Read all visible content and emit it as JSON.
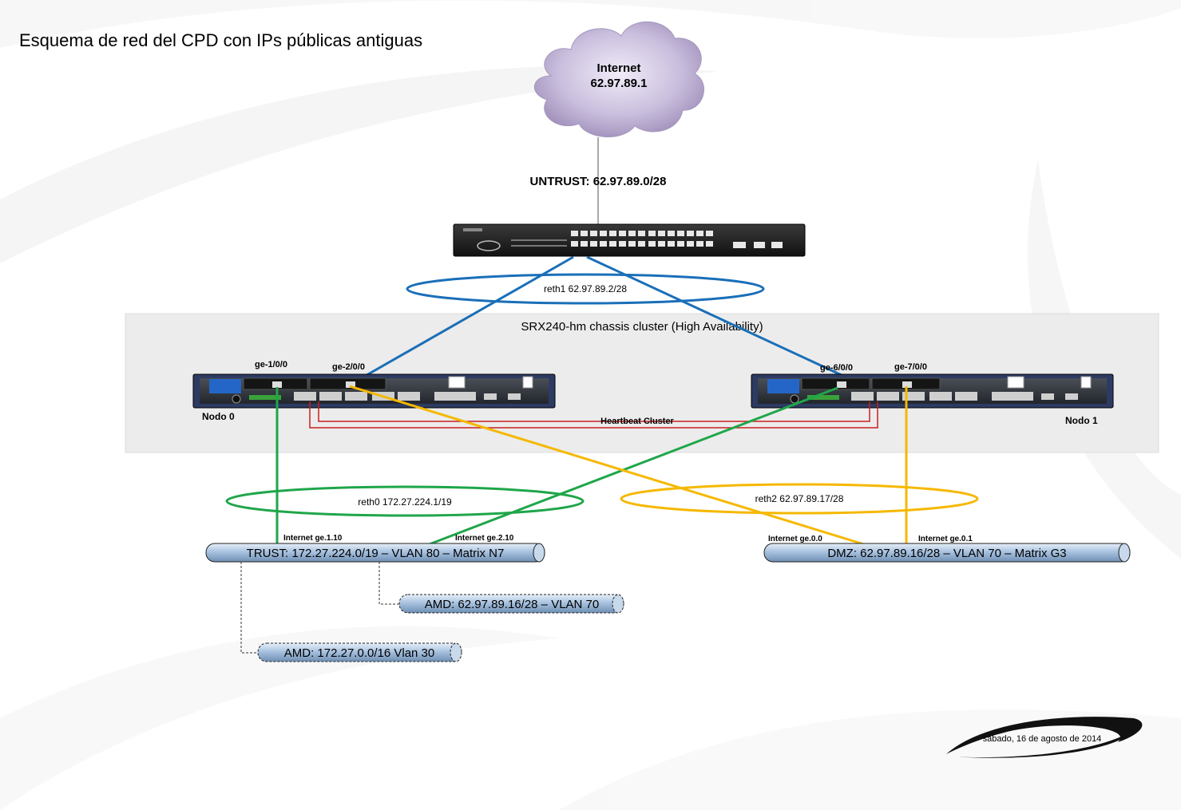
{
  "title": "Esquema de red del CPD con IPs públicas antiguas",
  "internet": {
    "label": "Internet",
    "ip": "62.97.89.1"
  },
  "untrust_label": "UNTRUST: 62.97.89.0/28",
  "cluster": {
    "label": "SRX240-hm chassis cluster (High Availability)",
    "heartbeat_label": "Heartbeat Cluster",
    "node0_label": "Nodo 0",
    "node1_label": "Nodo 1"
  },
  "ports": {
    "ge_1_0_0": "ge-1/0/0",
    "ge_2_0_0": "ge-2/0/0",
    "ge_6_0_0": "ge-6/0/0",
    "ge_7_0_0": "ge-7/0/0"
  },
  "reths": {
    "reth1": "reth1 62.97.89.2/28",
    "reth0": "reth0 172.27.224.1/19",
    "reth2": "reth2 62.97.89.17/28"
  },
  "interfaces": {
    "ge_1_10": "Internet ge.1.10",
    "ge_2_10": "Internet ge.2.10",
    "ge_0_0": "Internet ge.0.0",
    "ge_0_1": "Internet ge.0.1"
  },
  "networks": {
    "trust": "TRUST: 172.27.224.0/19 – VLAN 80 – Matrix N7",
    "dmz": "DMZ: 62.97.89.16/28 – VLAN 70 – Matrix G3",
    "amd_70": "AMD: 62.97.89.16/28 – VLAN 70",
    "amd_30": "AMD: 172.27.0.0/16 Vlan 30"
  },
  "date": "sábado, 16 de agosto de 2014",
  "colors": {
    "blue_link": "#1a6fb8",
    "green_link": "#1fa64a",
    "yellow_link": "#f5b800",
    "heartbeat": "#c8201e",
    "cloud": "#b7a6cc",
    "pipe": "#a9c3e0",
    "cluster_bg": "#ececec"
  }
}
